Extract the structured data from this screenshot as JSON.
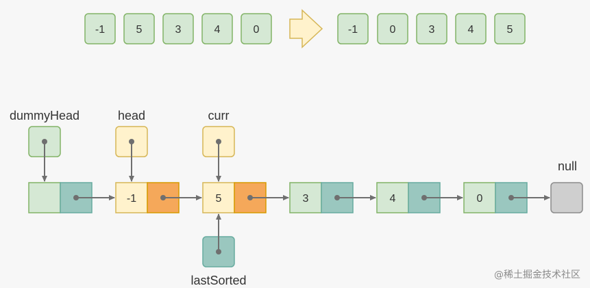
{
  "colors": {
    "green_fill": "#d5e8d4",
    "green_stroke": "#82b366",
    "teal_fill": "#9ac7bf",
    "teal_stroke": "#67ab9f",
    "yellow_fill": "#fff2cc",
    "yellow_stroke": "#d6b656",
    "orange_fill": "#f5a85a",
    "orange_stroke": "#d79b00",
    "gray_fill": "#cfcfcf",
    "gray_stroke": "#8c8c8c",
    "arrow_fill": "#fff2cc",
    "arrow_stroke": "#d6b656",
    "edge": "#6f6f6f"
  },
  "top": {
    "before": [
      "-1",
      "5",
      "3",
      "4",
      "0"
    ],
    "after": [
      "-1",
      "0",
      "3",
      "4",
      "5"
    ]
  },
  "list": {
    "nodes": [
      "",
      "-1",
      "5",
      "3",
      "4",
      "0"
    ],
    "null_label": "null"
  },
  "pointers": {
    "dummyHead": "dummyHead",
    "head": "head",
    "curr": "curr",
    "lastSorted": "lastSorted"
  },
  "watermark": "@稀土掘金技术社区"
}
